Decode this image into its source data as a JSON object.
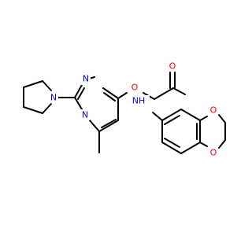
{
  "molecule": {
    "atoms": [
      {
        "id": "O1",
        "label": "O",
        "color": "#ff0000"
      },
      {
        "id": "O2",
        "label": "O",
        "color": "#ff0000"
      },
      {
        "id": "O3",
        "label": "O",
        "color": "#ff0000"
      },
      {
        "id": "O4",
        "label": "O",
        "color": "#ff0000"
      },
      {
        "id": "N1",
        "label": "N",
        "color": "#0000ff"
      },
      {
        "id": "N2",
        "label": "N",
        "color": "#0000ff"
      },
      {
        "id": "N3",
        "label": "N",
        "color": "#0000ff"
      },
      {
        "id": "NH",
        "label": "NH",
        "color": "#0000ff"
      }
    ]
  }
}
